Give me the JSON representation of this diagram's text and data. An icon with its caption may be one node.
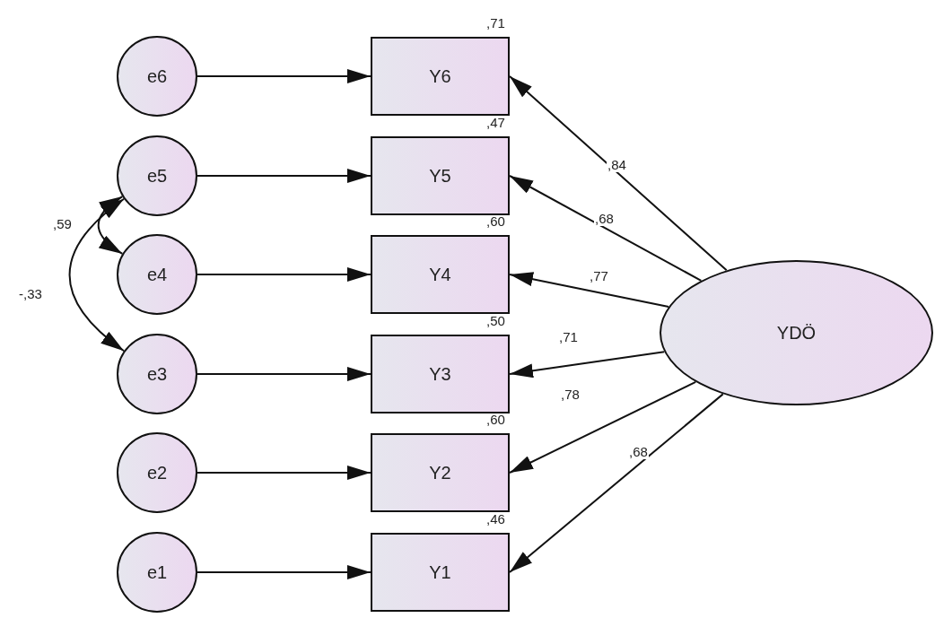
{
  "diagram": {
    "nodes": [
      {
        "text": [
          "e6"
        ]
      },
      {
        "text": [
          "Y6"
        ],
        "beside": [
          ",71"
        ]
      },
      {
        "text": [
          "e5"
        ]
      },
      {
        "text": [
          "Y5"
        ],
        "beside": [
          ",47"
        ]
      },
      {
        "text": [
          "e4"
        ]
      },
      {
        "text": [
          "Y4"
        ],
        "beside": [
          ",60"
        ]
      },
      {
        "text": [
          "e3"
        ]
      },
      {
        "text": [
          "Y3"
        ],
        "beside": [
          ",50"
        ]
      },
      {
        "text": [
          "e2"
        ]
      },
      {
        "text": [
          "Y2"
        ],
        "beside": [
          ",60"
        ]
      },
      {
        "text": [
          "e1"
        ]
      },
      {
        "text": [
          "Y1"
        ],
        "beside": [
          ",46"
        ]
      },
      {
        "text": [
          "YDÖ"
        ]
      }
    ],
    "edges": [
      {
        "from": 0,
        "to": 1,
        "arrow": "to"
      },
      {
        "from": 2,
        "to": 3,
        "arrow": "to"
      },
      {
        "from": 4,
        "to": 5,
        "arrow": "to"
      },
      {
        "from": 6,
        "to": 7,
        "arrow": "to"
      },
      {
        "from": 8,
        "to": 9,
        "arrow": "to"
      },
      {
        "from": 10,
        "to": 11,
        "arrow": "to"
      },
      {
        "from": 12,
        "to": 1,
        "arrow": "to",
        "label": ",84"
      },
      {
        "from": 12,
        "to": 3,
        "arrow": "to",
        "label": ",68"
      },
      {
        "from": 12,
        "to": 5,
        "arrow": "to",
        "label": ",77"
      },
      {
        "from": 12,
        "to": 7,
        "arrow": "to",
        "label": ",71"
      },
      {
        "from": 12,
        "to": 9,
        "arrow": "to",
        "label": ",78"
      },
      {
        "from": 12,
        "to": 11,
        "arrow": "to",
        "label": ",68"
      },
      {
        "from": 2,
        "to": 4,
        "arrow": "both",
        "label": ",59"
      },
      {
        "from": 2,
        "to": 6,
        "arrow": "both",
        "label": "-,33"
      }
    ]
  }
}
